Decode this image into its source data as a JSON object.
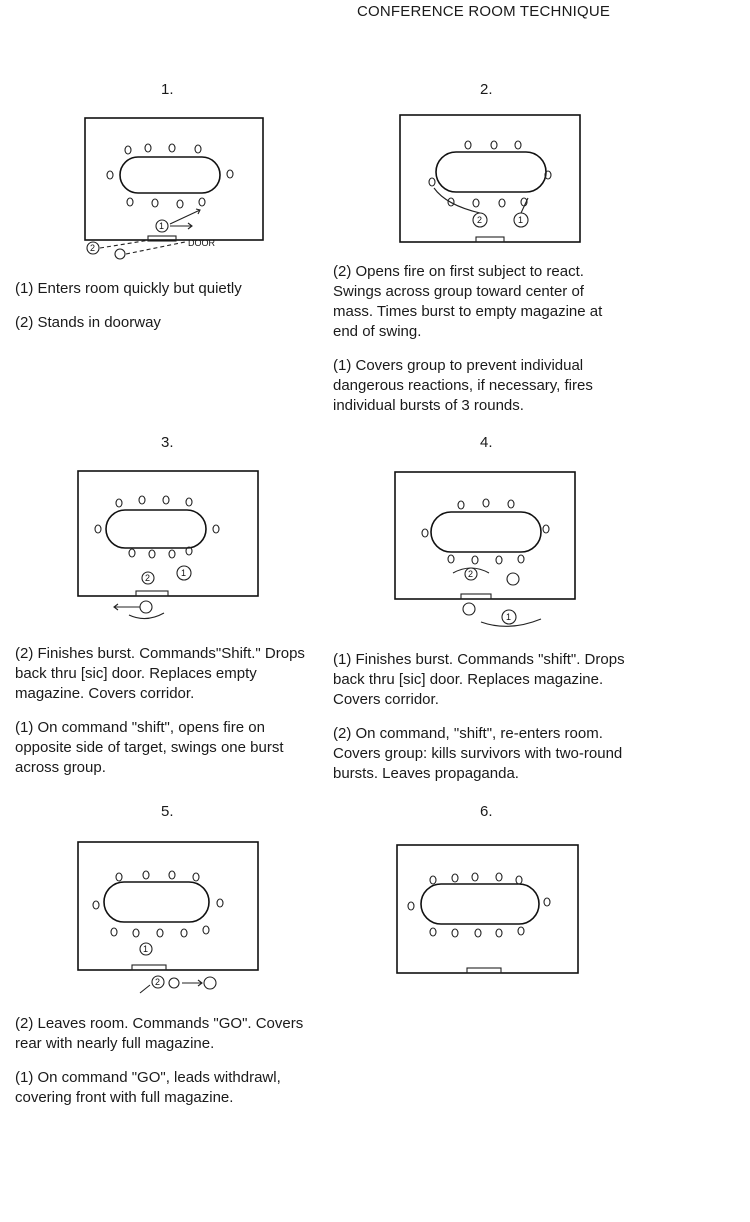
{
  "title": "CONFERENCE ROOM TECHNIQUE",
  "panels": [
    {
      "number": "1.",
      "paragraphs": [
        "(1) Enters room quickly but quietly",
        "(2) Stands in doorway"
      ],
      "diagram_labels": {
        "p1": "1",
        "p2": "2",
        "door": "DOOR"
      }
    },
    {
      "number": "2.",
      "paragraphs": [
        "(2) Opens fire on first subject to react. Swings across group toward center of mass. Times burst to empty magazine at end of swing.",
        "(1) Covers group to prevent individual dangerous reactions, if necessary, fires individual bursts of 3 rounds."
      ],
      "diagram_labels": {
        "p1": "1",
        "p2": "2"
      }
    },
    {
      "number": "3.",
      "paragraphs": [
        "(2) Finishes burst. Commands\"Shift.\" Drops back thru [sic] door. Replaces empty magazine. Covers corridor.",
        "(1) On command \"shift\", opens fire on opposite side of target, swings one burst across group."
      ],
      "diagram_labels": {
        "p1": "1",
        "p2": "2"
      }
    },
    {
      "number": "4.",
      "paragraphs": [
        "(1) Finishes burst. Commands \"shift\". Drops back thru [sic] door. Replaces magazine. Covers corridor.",
        "(2) On command, \"shift\", re-enters room. Covers group: kills survivors with two-round bursts. Leaves propaganda."
      ],
      "diagram_labels": {
        "p1": "1",
        "p2": "2"
      }
    },
    {
      "number": "5.",
      "paragraphs": [
        "(2) Leaves room. Commands \"GO\". Covers rear with nearly full magazine.",
        "(1) On command \"GO\", leads withdrawl, covering front with full magazine."
      ],
      "diagram_labels": {
        "p1": "1",
        "p2": "2"
      }
    },
    {
      "number": "6.",
      "paragraphs": [],
      "diagram_labels": {}
    }
  ]
}
